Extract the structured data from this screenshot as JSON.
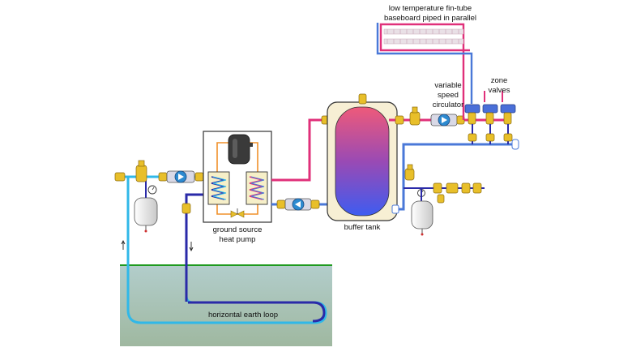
{
  "labels": {
    "baseboard_line1": "low temperature fin-tube",
    "baseboard_line2": "baseboard piped in parallel",
    "circulator_line1": "variable",
    "circulator_line2": "speed",
    "circulator_line3": "circulator",
    "zone_line1": "zone",
    "zone_line2": "valves",
    "heat_pump_line1": "ground source",
    "heat_pump_line2": "heat pump",
    "buffer_tank": "buffer tank",
    "earth_loop": "horizontal earth loop"
  },
  "colors": {
    "supply": "#e0307a",
    "return": "#4a78d8",
    "loop_cold": "#2a2aa8",
    "loop_light": "#30b8e8",
    "refrigerant": "#f0902a",
    "ground_fill": "#a8c4c2",
    "grass": "#1f9a1f",
    "brass": "#e8bf2a",
    "tank_top": "#ee5a7a",
    "tank_bottom": "#3e5cf0",
    "compressor": "#3a3a3a"
  },
  "icons": {
    "circulator": "pump-icon",
    "expansion_tank": "expansion-tank-icon",
    "zone_valve": "zone-valve-icon",
    "pressure_gauge": "gauge-icon",
    "flow_arrow": "arrow-icon"
  }
}
